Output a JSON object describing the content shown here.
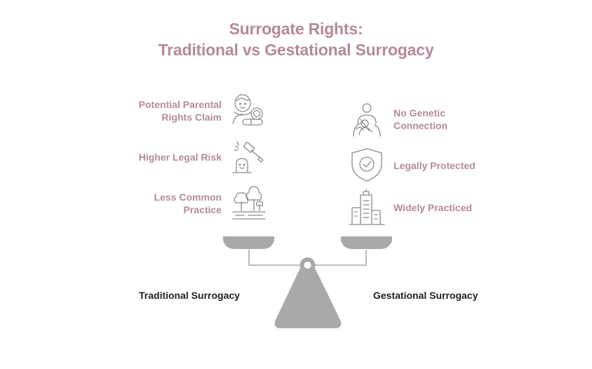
{
  "title": {
    "line1": "Surrogate Rights:",
    "line2": "Traditional vs Gestational Surrogacy"
  },
  "left": {
    "heading": "Traditional Surrogacy",
    "items": [
      {
        "line1": "Potential Parental",
        "line2": "Rights Claim",
        "icon": "mother-baby-icon"
      },
      {
        "line1": "Higher Legal Risk",
        "line2": "",
        "icon": "gavel-icon"
      },
      {
        "line1": "Less Common",
        "line2": "Practice",
        "icon": "trees-icon"
      }
    ]
  },
  "right": {
    "heading": "Gestational Surrogacy",
    "items": [
      {
        "line1": "No Genetic",
        "line2": "Connection",
        "icon": "parent-child-icon"
      },
      {
        "line1": "Legally Protected",
        "line2": "",
        "icon": "shield-check-icon"
      },
      {
        "line1": "Widely Practiced",
        "line2": "",
        "icon": "buildings-icon"
      }
    ]
  },
  "colors": {
    "accent": "#b48a96",
    "scale": "#a9a9a9",
    "icon_stroke": "#8a8a8a",
    "heading_text": "#222222"
  }
}
